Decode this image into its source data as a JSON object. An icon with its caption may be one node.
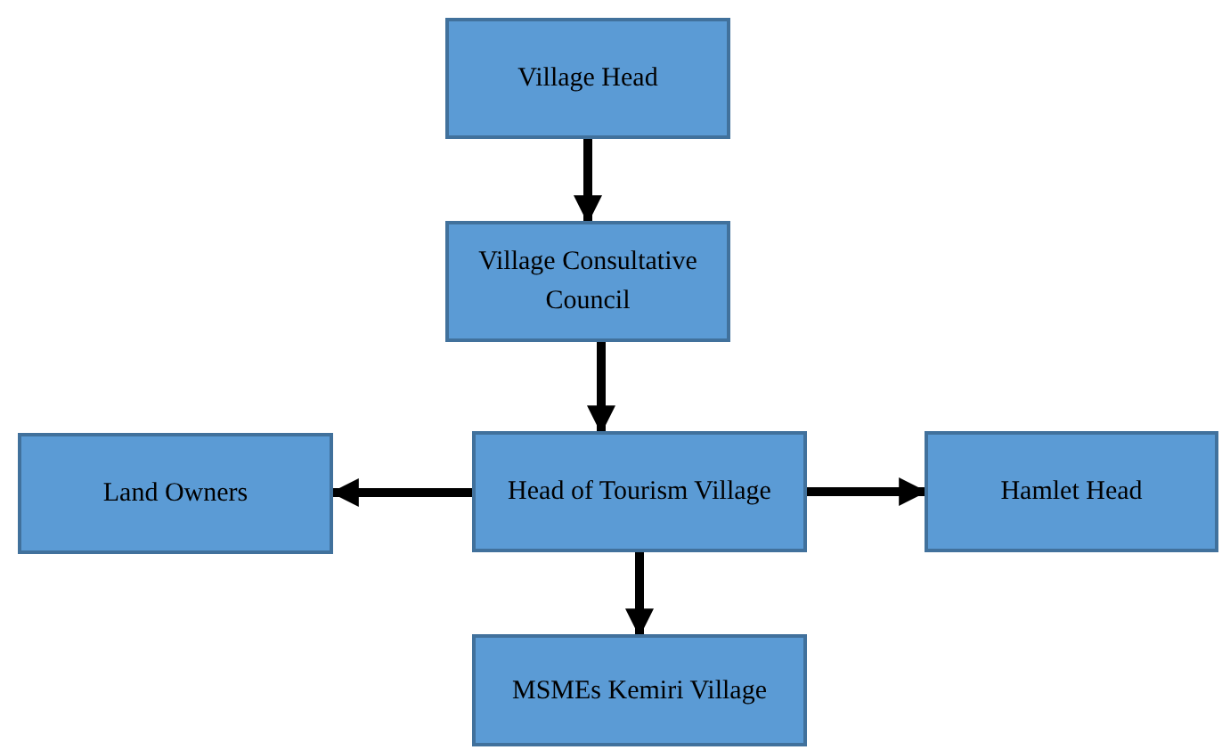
{
  "diagram": {
    "nodes": [
      {
        "text": [
          "Village Head"
        ]
      },
      {
        "text": [
          "Village Consultative Council"
        ]
      },
      {
        "text": [
          "Head of Tourism Village"
        ]
      },
      {
        "text": [
          "Land Owners"
        ]
      },
      {
        "text": [
          "Hamlet Head"
        ]
      },
      {
        "text": [
          "MSMEs Kemiri Village"
        ]
      }
    ],
    "edges": [
      {
        "from": 0,
        "to": 1,
        "arrow": "to"
      },
      {
        "from": 1,
        "to": 2,
        "arrow": "to"
      },
      {
        "from": 2,
        "to": 3,
        "arrow": "to"
      },
      {
        "from": 2,
        "to": 4,
        "arrow": "to"
      },
      {
        "from": 2,
        "to": 5,
        "arrow": "to"
      }
    ]
  }
}
